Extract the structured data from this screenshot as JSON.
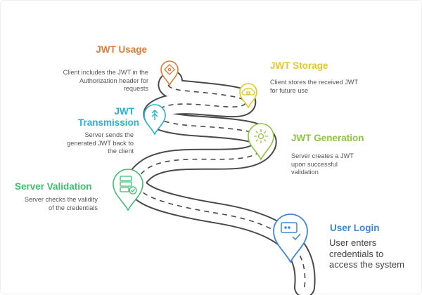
{
  "steps": [
    {
      "id": "usage",
      "title": "JWT Usage",
      "description": "Client includes the JWT in the Authorization header for requests",
      "color": "#e07b39",
      "icon": "key-icon"
    },
    {
      "id": "storage",
      "title": "JWT Storage",
      "description": "Client stores the received JWT for future use",
      "color": "#e5c72a",
      "icon": "cloud-storage-icon"
    },
    {
      "id": "transmission",
      "title": "JWT Transmission",
      "description": "Server sends the generated JWT back to the client",
      "color": "#2ab0d4",
      "icon": "upload-arrow-icon"
    },
    {
      "id": "generation",
      "title": "JWT Generation",
      "description": "Server creates a JWT upon successful validation",
      "color": "#8cc63f",
      "icon": "gear-flower-icon"
    },
    {
      "id": "validation",
      "title": "Server Validation",
      "description": "Server checks the validity of the credentials",
      "color": "#3fbf6f",
      "icon": "server-check-icon"
    },
    {
      "id": "login",
      "title": "User Login",
      "description": "User enters credentials to access the system",
      "color": "#3f86d6",
      "icon": "login-terminal-icon"
    }
  ]
}
